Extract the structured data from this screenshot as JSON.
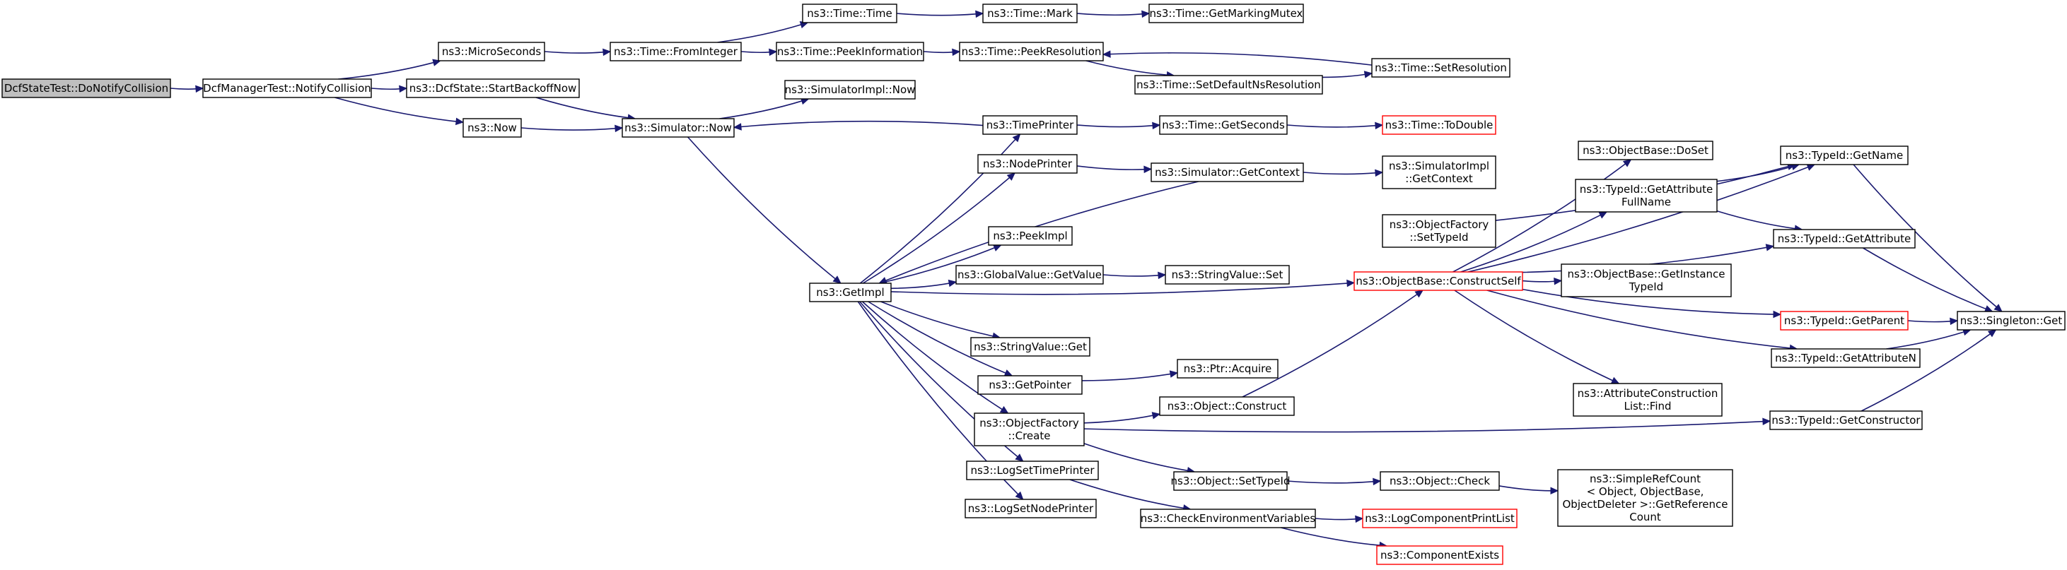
{
  "colors": {
    "edge": "#191970",
    "node_border": "#000000",
    "undocumented_border": "#ff0000",
    "root_fill": "#bfbfbf"
  },
  "nodes": {
    "doNotifyCollision": {
      "lines": [
        "DcfStateTest::DoNotifyCollision"
      ]
    },
    "notifyCollision": {
      "lines": [
        "DcfManagerTest::NotifyCollision"
      ]
    },
    "microSeconds": {
      "lines": [
        "ns3::MicroSeconds"
      ]
    },
    "startBackoffNow": {
      "lines": [
        "ns3::DcfState::StartBackoffNow"
      ]
    },
    "now": {
      "lines": [
        "ns3::Now"
      ]
    },
    "fromInteger": {
      "lines": [
        "ns3::Time::FromInteger"
      ]
    },
    "simulatorNow": {
      "lines": [
        "ns3::Simulator::Now"
      ]
    },
    "timeTime": {
      "lines": [
        "ns3::Time::Time"
      ]
    },
    "peekInformation": {
      "lines": [
        "ns3::Time::PeekInformation"
      ]
    },
    "simulatorImplNow": {
      "lines": [
        "ns3::SimulatorImpl::Now"
      ]
    },
    "getImpl": {
      "lines": [
        "ns3::GetImpl"
      ]
    },
    "timeMark": {
      "lines": [
        "ns3::Time::Mark"
      ]
    },
    "peekResolution": {
      "lines": [
        "ns3::Time::PeekResolution"
      ]
    },
    "setDefaultNsResolution": {
      "lines": [
        "ns3::Time::SetDefaultNsResolution"
      ]
    },
    "getMarkingMutex": {
      "lines": [
        "ns3::Time::GetMarkingMutex"
      ]
    },
    "setResolution": {
      "lines": [
        "ns3::Time::SetResolution"
      ]
    },
    "timePrinter": {
      "lines": [
        "ns3::TimePrinter"
      ]
    },
    "nodePrinter": {
      "lines": [
        "ns3::NodePrinter"
      ]
    },
    "peekImpl": {
      "lines": [
        "ns3::PeekImpl"
      ]
    },
    "globalValueGetValue": {
      "lines": [
        "ns3::GlobalValue::GetValue"
      ]
    },
    "stringValueGet": {
      "lines": [
        "ns3::StringValue::Get"
      ]
    },
    "getPointer": {
      "lines": [
        "ns3::GetPointer"
      ]
    },
    "objectFactoryCreate": {
      "lines": [
        "ns3::ObjectFactory",
        "::Create"
      ]
    },
    "logSetTimePrinter": {
      "lines": [
        "ns3::LogSetTimePrinter"
      ]
    },
    "logSetNodePrinter": {
      "lines": [
        "ns3::LogSetNodePrinter"
      ]
    },
    "timeGetSeconds": {
      "lines": [
        "ns3::Time::GetSeconds"
      ]
    },
    "simulatorGetContext": {
      "lines": [
        "ns3::Simulator::GetContext"
      ]
    },
    "stringValueSet": {
      "lines": [
        "ns3::StringValue::Set"
      ]
    },
    "ptrAcquire": {
      "lines": [
        "ns3::Ptr::Acquire"
      ]
    },
    "objectConstruct": {
      "lines": [
        "ns3::Object::Construct"
      ]
    },
    "objectSetTypeId": {
      "lines": [
        "ns3::Object::SetTypeId"
      ]
    },
    "checkEnvironmentVariables": {
      "lines": [
        "ns3::CheckEnvironmentVariables"
      ]
    },
    "timeToDouble": {
      "lines": [
        "ns3::Time::ToDouble"
      ]
    },
    "simulatorImplGetContext": {
      "lines": [
        "ns3::SimulatorImpl",
        "::GetContext"
      ]
    },
    "objectFactorySetTypeId": {
      "lines": [
        "ns3::ObjectFactory",
        "::SetTypeId"
      ]
    },
    "objectBaseConstructSelf": {
      "lines": [
        "ns3::ObjectBase::ConstructSelf"
      ]
    },
    "objectCheck": {
      "lines": [
        "ns3::Object::Check"
      ]
    },
    "logComponentPrintList": {
      "lines": [
        "ns3::LogComponentPrintList"
      ]
    },
    "componentExists": {
      "lines": [
        "ns3::ComponentExists"
      ]
    },
    "objectBaseDoSet": {
      "lines": [
        "ns3::ObjectBase::DoSet"
      ]
    },
    "typeIdGetAttributeFullName": {
      "lines": [
        "ns3::TypeId::GetAttribute",
        "FullName"
      ]
    },
    "objectBaseGetInstanceTypeId": {
      "lines": [
        "ns3::ObjectBase::GetInstance",
        "TypeId"
      ]
    },
    "attributeConstructionListFind": {
      "lines": [
        "ns3::AttributeConstruction",
        "List::Find"
      ]
    },
    "simpleRefCountGetReferenceCount": {
      "lines": [
        "ns3::SimpleRefCount",
        "< Object, ObjectBase,",
        "ObjectDeleter >::GetReference",
        "Count"
      ]
    },
    "typeIdGetName": {
      "lines": [
        "ns3::TypeId::GetName"
      ]
    },
    "typeIdGetAttribute": {
      "lines": [
        "ns3::TypeId::GetAttribute"
      ]
    },
    "typeIdGetParent": {
      "lines": [
        "ns3::TypeId::GetParent"
      ]
    },
    "typeIdGetAttributeN": {
      "lines": [
        "ns3::TypeId::GetAttributeN"
      ]
    },
    "typeIdGetConstructor": {
      "lines": [
        "ns3::TypeId::GetConstructor"
      ]
    },
    "singletonGet": {
      "lines": [
        "ns3::Singleton::Get"
      ]
    }
  },
  "edges": [
    [
      "doNotifyCollision",
      "notifyCollision"
    ],
    [
      "notifyCollision",
      "microSeconds"
    ],
    [
      "notifyCollision",
      "startBackoffNow"
    ],
    [
      "notifyCollision",
      "now"
    ],
    [
      "microSeconds",
      "fromInteger"
    ],
    [
      "startBackoffNow",
      "simulatorNow"
    ],
    [
      "now",
      "simulatorNow"
    ],
    [
      "fromInteger",
      "timeTime"
    ],
    [
      "fromInteger",
      "peekInformation"
    ],
    [
      "timeTime",
      "timeMark"
    ],
    [
      "timeMark",
      "getMarkingMutex"
    ],
    [
      "peekInformation",
      "peekResolution"
    ],
    [
      "peekResolution",
      "setDefaultNsResolution"
    ],
    [
      "setDefaultNsResolution",
      "setResolution"
    ],
    [
      "setResolution",
      "peekResolution"
    ],
    [
      "simulatorNow",
      "simulatorImplNow"
    ],
    [
      "simulatorNow",
      "getImpl"
    ],
    [
      "timePrinter",
      "simulatorNow"
    ],
    [
      "timePrinter",
      "timeGetSeconds"
    ],
    [
      "timeGetSeconds",
      "timeToDouble"
    ],
    [
      "nodePrinter",
      "simulatorGetContext"
    ],
    [
      "simulatorGetContext",
      "simulatorImplGetContext"
    ],
    [
      "simulatorGetContext",
      "getImpl"
    ],
    [
      "getImpl",
      "timePrinter"
    ],
    [
      "getImpl",
      "nodePrinter"
    ],
    [
      "getImpl",
      "peekImpl"
    ],
    [
      "getImpl",
      "globalValueGetValue"
    ],
    [
      "getImpl",
      "stringValueGet"
    ],
    [
      "getImpl",
      "getPointer"
    ],
    [
      "getImpl",
      "objectFactoryCreate"
    ],
    [
      "getImpl",
      "logSetTimePrinter"
    ],
    [
      "getImpl",
      "logSetNodePrinter"
    ],
    [
      "getImpl",
      "objectBaseConstructSelf"
    ],
    [
      "globalValueGetValue",
      "stringValueSet"
    ],
    [
      "getPointer",
      "ptrAcquire"
    ],
    [
      "objectFactoryCreate",
      "objectConstruct"
    ],
    [
      "objectFactoryCreate",
      "objectSetTypeId"
    ],
    [
      "objectFactoryCreate",
      "typeIdGetConstructor"
    ],
    [
      "objectConstruct",
      "objectBaseConstructSelf"
    ],
    [
      "objectSetTypeId",
      "objectCheck"
    ],
    [
      "objectCheck",
      "simpleRefCountGetReferenceCount"
    ],
    [
      "logSetTimePrinter",
      "checkEnvironmentVariables"
    ],
    [
      "checkEnvironmentVariables",
      "logComponentPrintList"
    ],
    [
      "checkEnvironmentVariables",
      "componentExists"
    ],
    [
      "objectFactorySetTypeId",
      "typeIdGetName"
    ],
    [
      "objectBaseConstructSelf",
      "objectBaseDoSet"
    ],
    [
      "objectBaseConstructSelf",
      "typeIdGetAttributeFullName"
    ],
    [
      "objectBaseConstructSelf",
      "objectBaseGetInstanceTypeId"
    ],
    [
      "objectBaseConstructSelf",
      "attributeConstructionListFind"
    ],
    [
      "objectBaseConstructSelf",
      "typeIdGetName"
    ],
    [
      "objectBaseConstructSelf",
      "typeIdGetAttribute"
    ],
    [
      "objectBaseConstructSelf",
      "typeIdGetParent"
    ],
    [
      "objectBaseConstructSelf",
      "typeIdGetAttributeN"
    ],
    [
      "typeIdGetAttributeFullName",
      "typeIdGetName"
    ],
    [
      "typeIdGetAttributeFullName",
      "typeIdGetAttribute"
    ],
    [
      "typeIdGetName",
      "singletonGet"
    ],
    [
      "typeIdGetAttribute",
      "singletonGet"
    ],
    [
      "typeIdGetParent",
      "singletonGet"
    ],
    [
      "typeIdGetAttributeN",
      "singletonGet"
    ],
    [
      "typeIdGetConstructor",
      "singletonGet"
    ]
  ]
}
